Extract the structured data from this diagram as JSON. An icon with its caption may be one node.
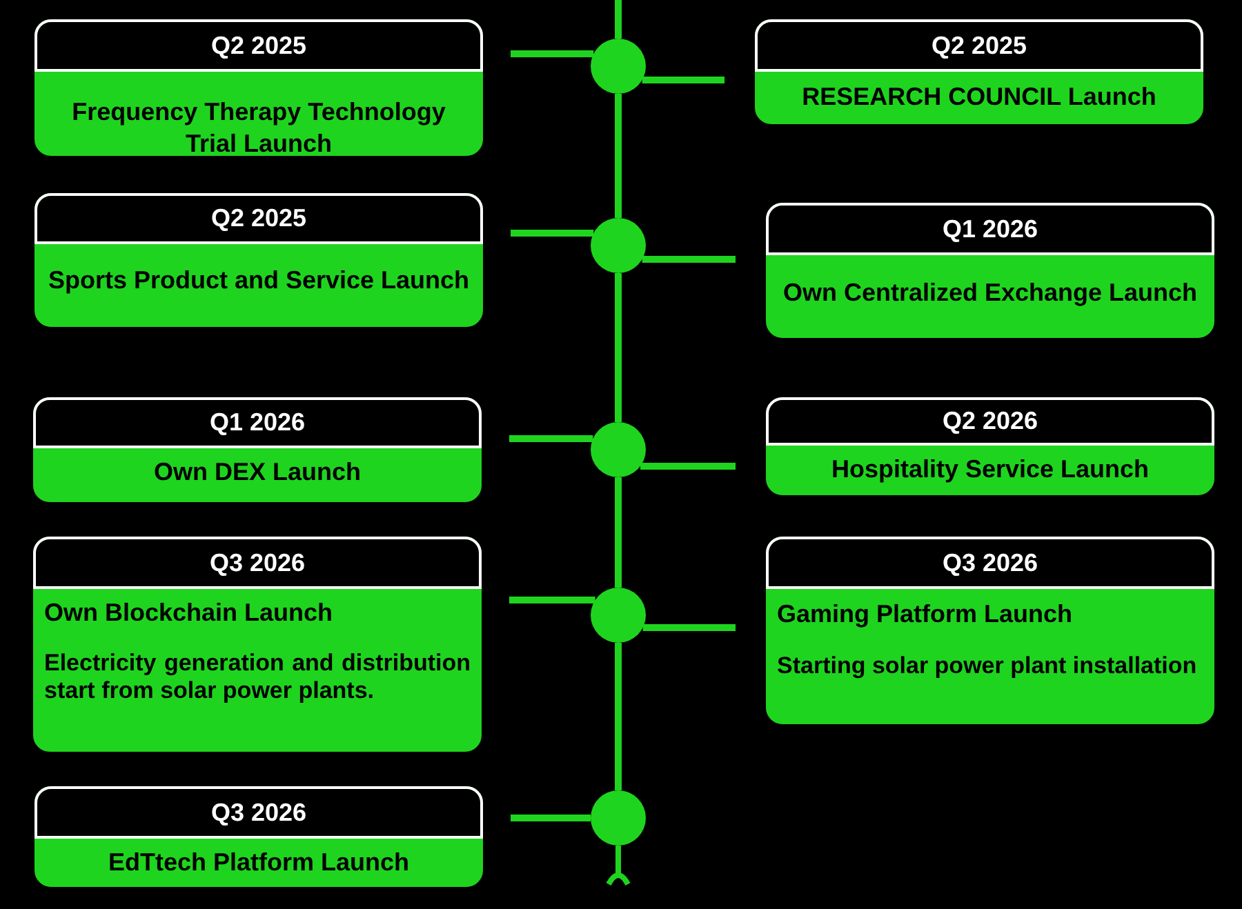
{
  "diagram": {
    "nodes": [
      {
        "text": [
          "Q2 2025",
          "Frequency Therapy Technology Trial Launch"
        ]
      },
      {
        "text": [],
        "shape": "circle"
      },
      {
        "text": [
          "Q2 2025",
          "RESEARCH COUNCIL Launch"
        ]
      },
      {
        "text": [
          "Q2 2025",
          "Sports Product and Service Launch"
        ]
      },
      {
        "text": [],
        "shape": "circle"
      },
      {
        "text": [
          "Q1 2026",
          "Own Centralized Exchange Launch"
        ]
      },
      {
        "text": [
          "Q1 2026",
          "Own DEX Launch"
        ]
      },
      {
        "text": [],
        "shape": "circle"
      },
      {
        "text": [
          "Q2 2026",
          "Hospitality Service Launch"
        ]
      },
      {
        "text": [
          "Q3 2026",
          "Own Blockchain Launch",
          "Electricity generation and distribution start from solar power plants."
        ]
      },
      {
        "text": [],
        "shape": "circle"
      },
      {
        "text": [
          "Q3 2026",
          "Gaming Platform Launch",
          "Starting solar power plant installation"
        ]
      },
      {
        "text": [
          "Q3 2026",
          "EdTtech Platform Launch"
        ]
      },
      {
        "text": [],
        "shape": "circle"
      }
    ],
    "edges": [
      {
        "from": 0,
        "to": 1,
        "arrow": "none"
      },
      {
        "from": 1,
        "to": 2,
        "arrow": "none"
      },
      {
        "from": 3,
        "to": 4,
        "arrow": "none"
      },
      {
        "from": 4,
        "to": 5,
        "arrow": "none"
      },
      {
        "from": 6,
        "to": 7,
        "arrow": "none"
      },
      {
        "from": 7,
        "to": 8,
        "arrow": "none"
      },
      {
        "from": 9,
        "to": 10,
        "arrow": "none"
      },
      {
        "from": 10,
        "to": 11,
        "arrow": "none"
      },
      {
        "from": 12,
        "to": 13,
        "arrow": "none"
      },
      {
        "from": 1,
        "to": 4,
        "arrow": "none"
      },
      {
        "from": 4,
        "to": 7,
        "arrow": "none"
      },
      {
        "from": 7,
        "to": 10,
        "arrow": "none"
      },
      {
        "from": 10,
        "to": 13,
        "arrow": "none"
      }
    ]
  }
}
